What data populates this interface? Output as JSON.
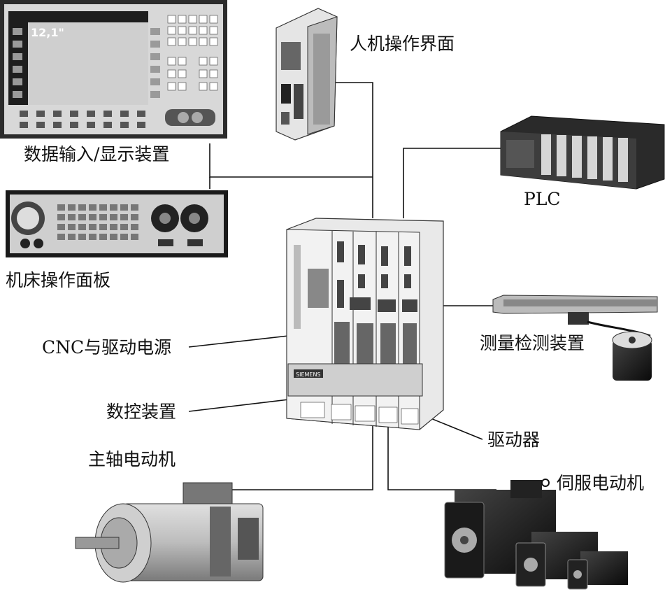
{
  "labels": {
    "hmi": "人机操作界面",
    "data_io": "数据输入/显示装置",
    "plc": "PLC",
    "machine_panel": "机床操作面板",
    "cnc_drive": "CNC与驱动电源",
    "measuring": "测量检测装置",
    "nc_device": "数控装置",
    "driver": "驱动器",
    "spindle_motor": "主轴电动机",
    "servo_motor": "伺服电动机"
  },
  "screen_text": "12,1\"",
  "brand_text": "SIEMENS"
}
